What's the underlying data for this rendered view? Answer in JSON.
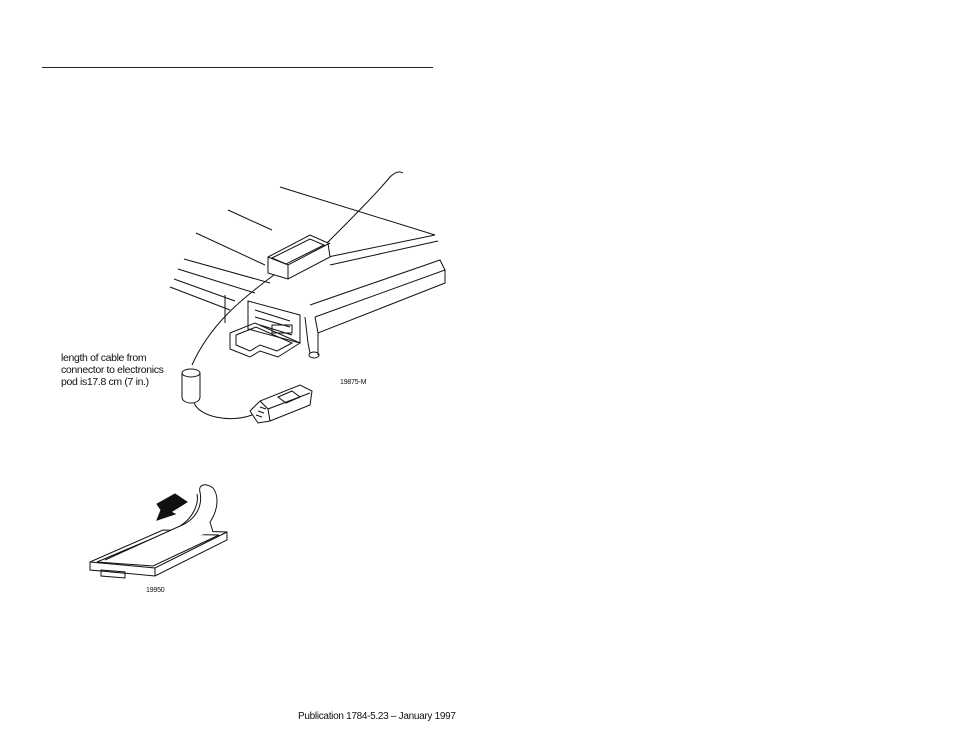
{
  "figure1": {
    "callout_lines": [
      "length of cable from",
      "connector to electronics",
      "pod is17.8 cm (7 in.)"
    ],
    "figure_id": "19875-M"
  },
  "figure2": {
    "figure_id": "19950"
  },
  "footer": {
    "publication": "Publication 1784-5.23 – January 1997"
  }
}
